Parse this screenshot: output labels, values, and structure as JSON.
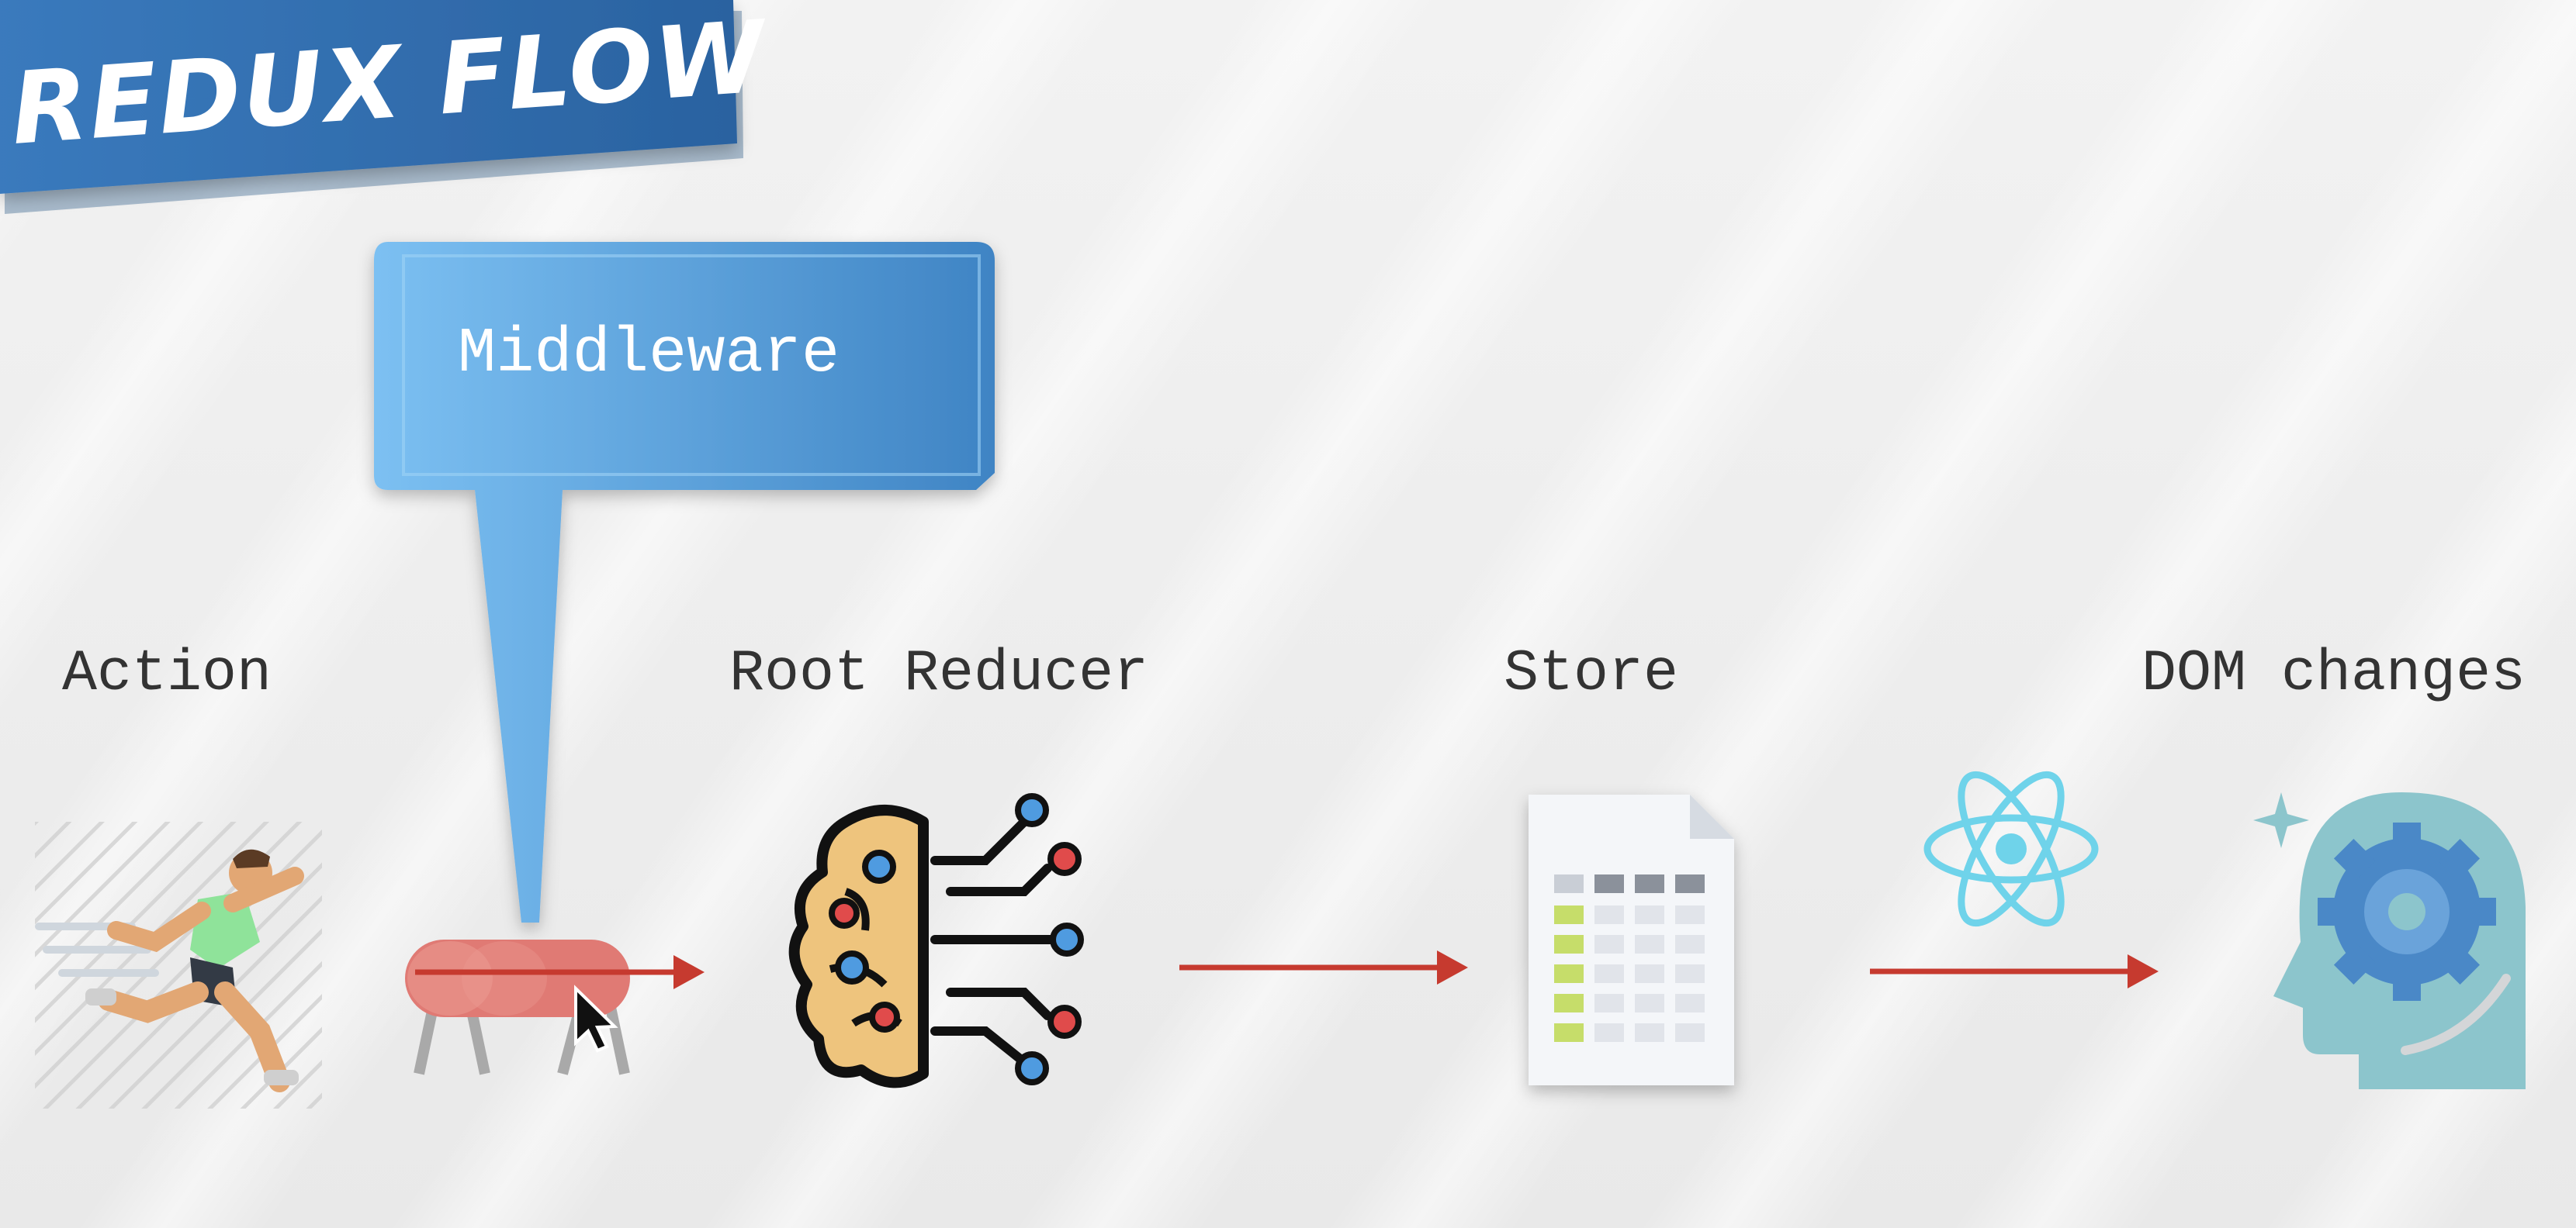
{
  "title": "REDUX FLOW",
  "callout": {
    "label": "Middleware"
  },
  "steps": [
    {
      "label": "Action",
      "icon": "running-man-icon"
    },
    {
      "label": "Root Reducer",
      "icon": "brain-circuit-icon"
    },
    {
      "label": "Store",
      "icon": "data-sheet-icon"
    },
    {
      "label": "DOM changes",
      "icon": "head-gear-icon"
    }
  ],
  "connector_icons": [
    "pommel-horse-icon",
    "react-logo-icon",
    "mouse-cursor-icon"
  ],
  "colors": {
    "banner": "#2f6aa6",
    "callout": "#5da9e6",
    "arrow": "#c63a2f",
    "text": "#333333",
    "react": "#6fd3ea",
    "gear": "#4a88c7",
    "head": "#8cc5cc"
  }
}
